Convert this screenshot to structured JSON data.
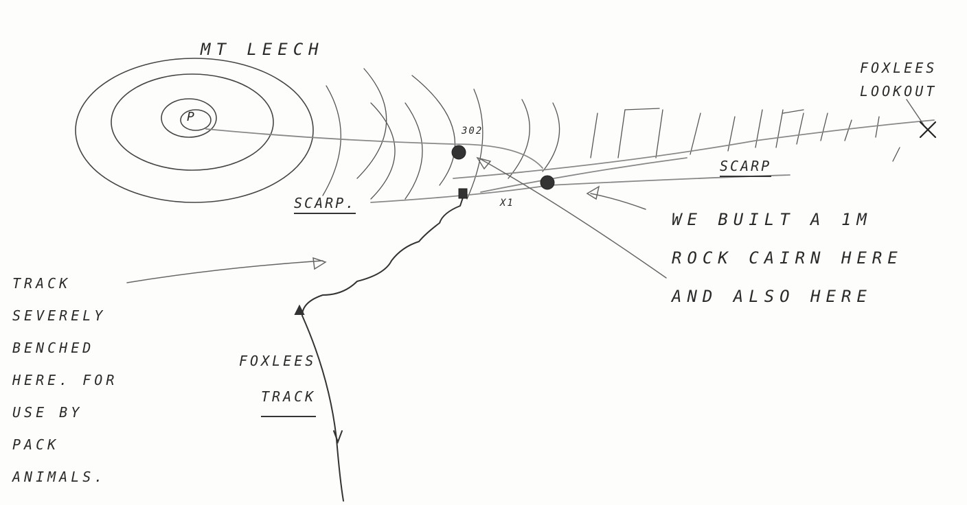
{
  "labels": {
    "peak": "MT LEECH",
    "peak_marker": "P",
    "lookout": [
      "FOXLEES",
      "LOOKOUT"
    ],
    "scarp_left": "SCARP.",
    "scarp_right": "SCARP",
    "cairn_note": [
      "WE BUILT A 1M",
      "ROCK CAIRN HERE",
      "AND ALSO HERE"
    ],
    "track_note": [
      "TRACK",
      "SEVERELY",
      "BENCHED",
      "HERE. FOR",
      "USE BY",
      "PACK",
      "ANIMALS."
    ],
    "track_name": [
      "FOXLEES",
      "TRACK"
    ],
    "spot_label_1": "302",
    "spot_label_2": "X1"
  },
  "colors": {
    "ink": "#2b2b2b",
    "pencil": "#8a8a8a",
    "paper": "#fdfdfc"
  }
}
